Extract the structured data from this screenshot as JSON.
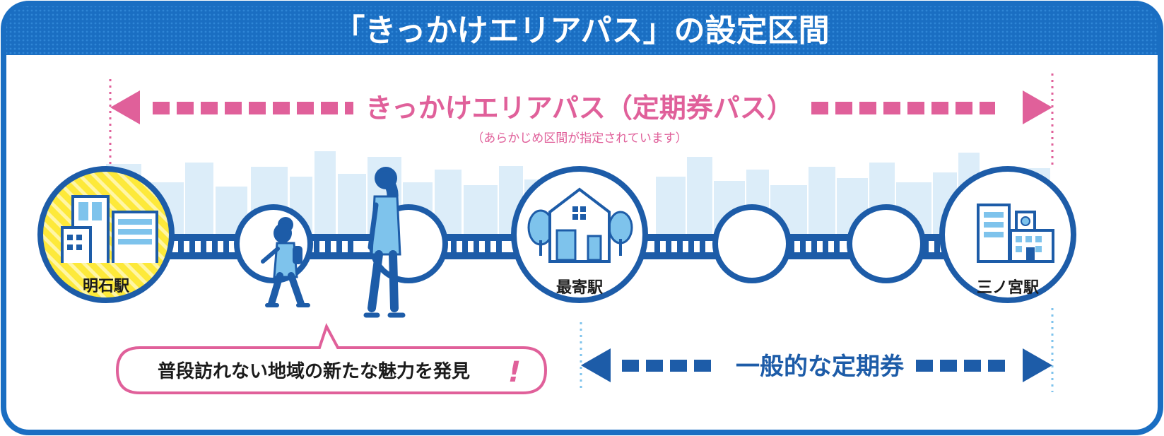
{
  "header": {
    "title": "「きっかけエリアパス」の設定区間"
  },
  "area_pass": {
    "label": "きっかけエリアパス（定期券パス）",
    "note": "（あらかじめ区間が指定されています）"
  },
  "general_pass": {
    "label": "一般的な定期券"
  },
  "callout": {
    "text": "普段訪れない地域の新たな魅力を発見",
    "mark": "!"
  },
  "stations": {
    "akashi": "明石駅",
    "home": "最寄駅",
    "sannomiya": "三ノ宮駅"
  },
  "colors": {
    "frame_blue": "#1a6ec2",
    "track_blue": "#1d5ca8",
    "pass_pink": "#e0609a",
    "highlight_yellow": "#fde93a",
    "skyline": "#dcedf9",
    "person_blue": "#7ec3ec"
  }
}
